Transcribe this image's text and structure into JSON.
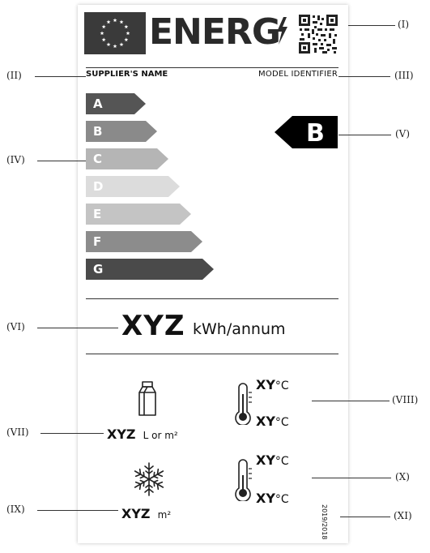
{
  "header": {
    "title": "ENERG",
    "supplier_name": "SUPPLIER'S NAME",
    "model_identifier": "MODEL IDENTIFIER"
  },
  "scale": {
    "classes": [
      "A",
      "B",
      "C",
      "D",
      "E",
      "F",
      "G"
    ],
    "colors": [
      "#555555",
      "#8a8a8a",
      "#b5b5b5",
      "#dcdcdc",
      "#c4c4c4",
      "#8c8c8c",
      "#4a4a4a"
    ],
    "selected_class": "B"
  },
  "energy": {
    "value": "XYZ",
    "unit": "kWh/annum"
  },
  "fresh": {
    "value": "XYZ",
    "unit": "L or m²"
  },
  "frozen": {
    "value": "XYZ",
    "unit": "m²"
  },
  "temp_top": {
    "high": "XY",
    "low": "XY",
    "unit": "°C"
  },
  "temp_bottom": {
    "high": "XY",
    "low": "XY",
    "unit": "°C"
  },
  "regulation": "2019/2018",
  "callouts": [
    "(I)",
    "(II)",
    "(III)",
    "(IV)",
    "(V)",
    "(VI)",
    "(VII)",
    "(VIII)",
    "(IX)",
    "(X)",
    "(XI)"
  ]
}
